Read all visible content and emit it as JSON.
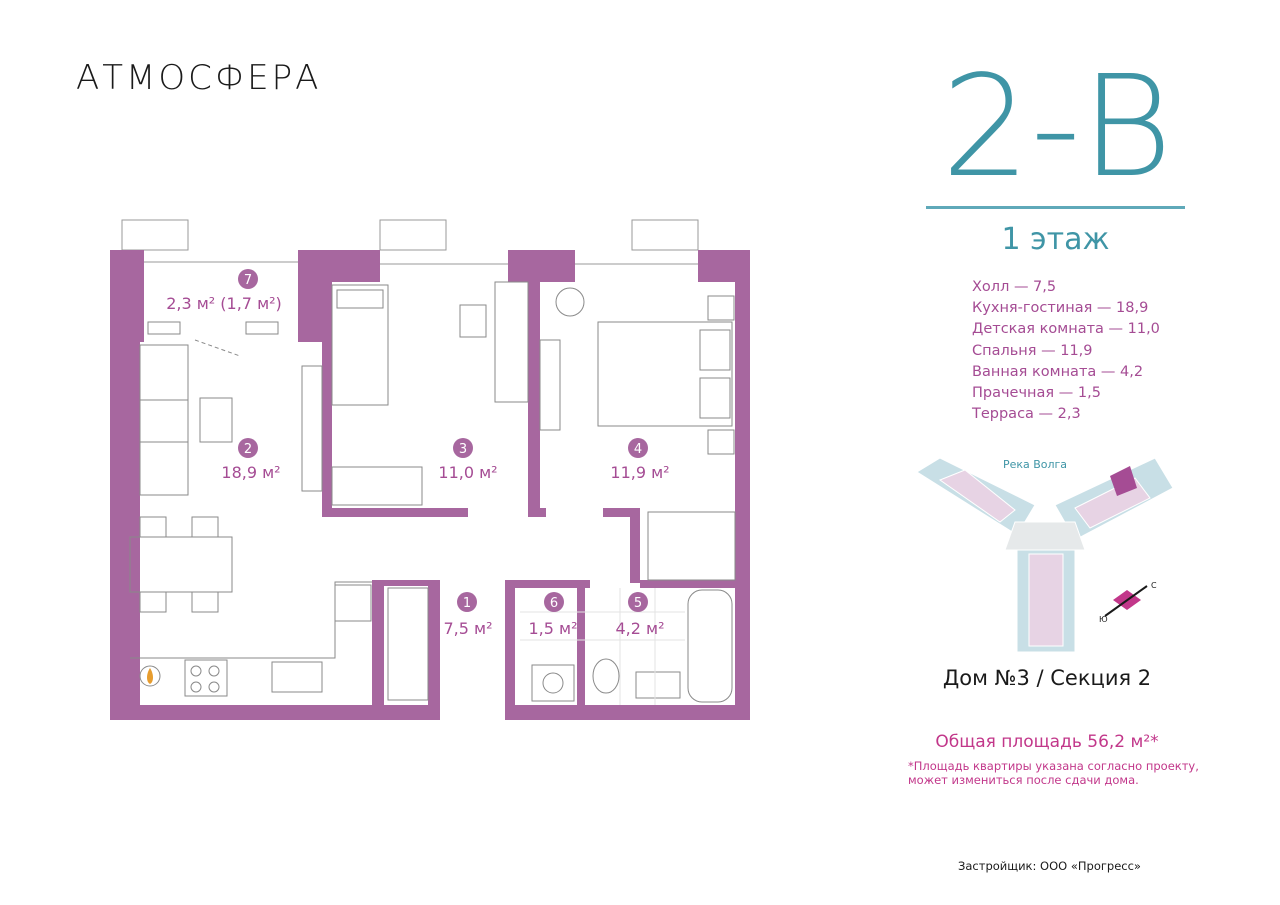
{
  "brand": {
    "name": "АТМОСФЕРА"
  },
  "apartment": {
    "code": "2-В",
    "floor": "1 этаж"
  },
  "rooms_summary": [
    "Холл — 7,5",
    "Кухня-гостиная — 18,9",
    "Детская комната — 11,0",
    "Спальня — 11,9",
    "Ванная комната — 4,2",
    "Прачечная — 1,5",
    "Терраса — 2,3"
  ],
  "plan_rooms": [
    {
      "number": "1",
      "area": "7,5 м²"
    },
    {
      "number": "2",
      "area": "18,9 м²"
    },
    {
      "number": "3",
      "area": "11,0 м²"
    },
    {
      "number": "4",
      "area": "11,9 м²"
    },
    {
      "number": "5",
      "area": "4,2 м²"
    },
    {
      "number": "6",
      "area": "1,5 м²"
    },
    {
      "number": "7",
      "area": "2,3 м² (1,7 м²)"
    }
  ],
  "site_map": {
    "river_label": "Река Волга"
  },
  "compass": {
    "s_letter": "С",
    "yu_letter": "Ю"
  },
  "building": {
    "label": "Дом №3 / Секция 2"
  },
  "total_area": {
    "label": "Общая площадь 56,2 м²*"
  },
  "footnote": {
    "line1": "*Площадь квартиры указана согласно проекту,",
    "line2": "может измениться после сдачи дома."
  },
  "developer": {
    "label": "Застройщик: ООО «Прогресс»"
  },
  "colors": {
    "wall": "#a7679f",
    "accent_teal": "#3f95a6",
    "label_purple": "#a54c94",
    "highlight_pink": "#c2378a"
  }
}
